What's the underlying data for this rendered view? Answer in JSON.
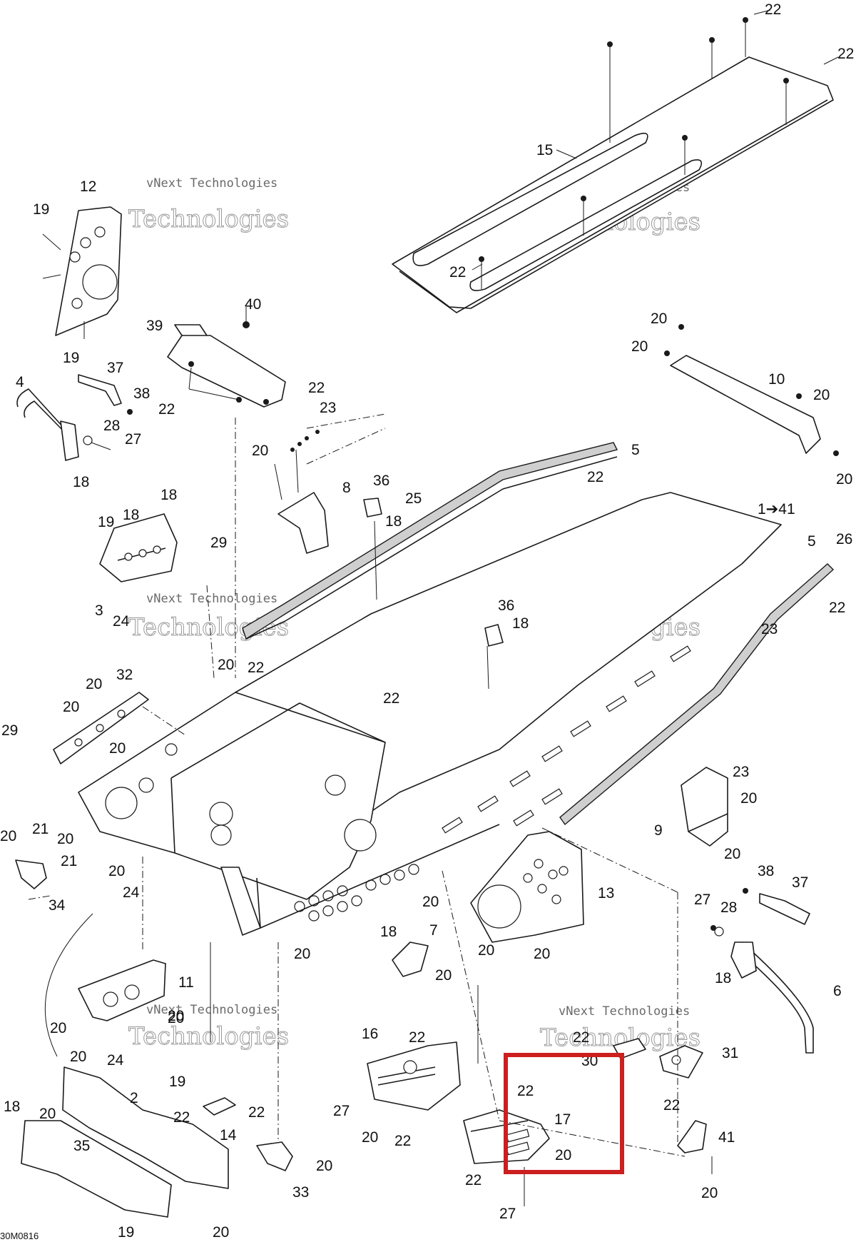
{
  "figure_code": "30M0816",
  "watermark": {
    "line1": "vNext Technologies",
    "line2": "Technologies"
  },
  "callouts": {
    "c_22_top": "22",
    "c_22_topright": "22",
    "c_15": "15",
    "c_22_plate": "22",
    "c_12": "12",
    "c_19_a": "19",
    "c_19_b": "19",
    "c_40": "40",
    "c_39": "39",
    "c_22_39a": "22",
    "c_22_39b": "22",
    "c_37_a": "37",
    "c_38_a": "38",
    "c_4": "4",
    "c_28_a": "28",
    "c_27_a": "27",
    "c_18_a": "18",
    "c_23_a": "23",
    "c_20_8": "20",
    "c_8": "8",
    "c_20_10a": "20",
    "c_20_10b": "20",
    "c_10": "10",
    "c_20_10c": "20",
    "c_20_10d": "20",
    "c_5_a": "5",
    "c_22_25": "22",
    "c_36_a": "36",
    "c_25": "25",
    "c_18_b": "18",
    "c_1_41": "1➔41",
    "c_5_b": "5",
    "c_26": "26",
    "c_22_26": "22",
    "c_23_b": "23",
    "c_18_c": "18",
    "c_19_c": "19",
    "c_18_d": "18",
    "c_29_a": "29",
    "c_3": "3",
    "c_24_a": "24",
    "c_36_b": "36",
    "c_18_e": "18",
    "c_20_a": "20",
    "c_22_a": "22",
    "c_22_b": "22",
    "c_20_32a": "20",
    "c_32": "32",
    "c_20_32b": "20",
    "c_29_b": "29",
    "c_20_32c": "20",
    "c_23_c": "23",
    "c_20_9a": "20",
    "c_9": "9",
    "c_20_9b": "20",
    "c_20_34a": "20",
    "c_21_a": "21",
    "c_20_34b": "20",
    "c_21_b": "21",
    "c_34": "34",
    "c_20_b": "20",
    "c_24_b": "24",
    "c_20_c": "20",
    "c_18_f": "18",
    "c_13": "13",
    "c_20_d": "20",
    "c_20_e": "20",
    "c_20_f": "20",
    "c_38_b": "38",
    "c_37_b": "37",
    "c_27_b": "27",
    "c_28_b": "28",
    "c_18_g": "18",
    "c_6": "6",
    "c_7": "7",
    "c_20_7": "20",
    "c_20_g": "20",
    "c_11": "11",
    "c_20_11a": "20",
    "c_20_11b": "20",
    "c_20_11c": "20",
    "c_24_c": "24",
    "c_16": "16",
    "c_22_16": "22",
    "c_27_c": "27",
    "c_20_16": "20",
    "c_22_16b": "22",
    "c_22_30": "22",
    "c_30": "30",
    "c_31": "31",
    "c_22_31": "22",
    "c_41": "41",
    "c_20_41": "20",
    "c_22_17a": "22",
    "c_17": "17",
    "c_20_17": "20",
    "c_22_17b": "22",
    "c_27_d": "27",
    "c_19_2": "19",
    "c_2": "2",
    "c_18_h": "18",
    "c_20_35": "20",
    "c_35": "35",
    "c_19_d": "19",
    "c_20_h": "20",
    "c_22_14a": "22",
    "c_14": "14",
    "c_22_14b": "22",
    "c_20_33": "20",
    "c_33": "33"
  },
  "highlight_color": "#cc1f1f"
}
